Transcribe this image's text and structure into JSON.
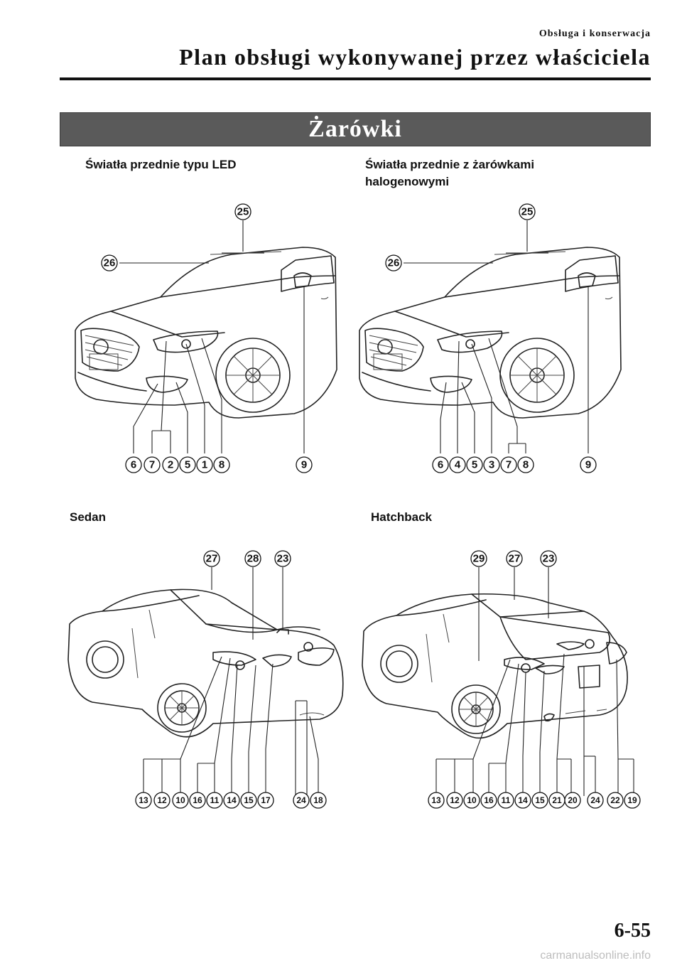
{
  "header": {
    "section": "Obsługa i konserwacja",
    "title": "Plan obsługi wykonywanej przez właściciela"
  },
  "banner": {
    "title": "Żarówki"
  },
  "diagrams": {
    "led": {
      "caption": "Światła przednie typu LED",
      "callouts": [
        "25",
        "26",
        "6",
        "7",
        "2",
        "5",
        "1",
        "8",
        "9"
      ]
    },
    "halogen": {
      "caption": "Światła przednie z żarówkami halogenowymi",
      "caption_line1": "Światła przednie z żarówkami",
      "caption_line2": "halogenowymi",
      "callouts": [
        "25",
        "26",
        "6",
        "4",
        "5",
        "3",
        "7",
        "8",
        "9"
      ]
    },
    "sedan": {
      "caption": "Sedan",
      "callouts": [
        "27",
        "28",
        "23",
        "13",
        "12",
        "10",
        "16",
        "11",
        "14",
        "15",
        "17",
        "24",
        "18"
      ]
    },
    "hatchback": {
      "caption": "Hatchback",
      "callouts": [
        "29",
        "27",
        "23",
        "13",
        "12",
        "10",
        "16",
        "11",
        "14",
        "15",
        "21",
        "20",
        "24",
        "22",
        "19"
      ]
    }
  },
  "footer": {
    "page_number": "6-55",
    "watermark": "carmanualsonline.info"
  }
}
